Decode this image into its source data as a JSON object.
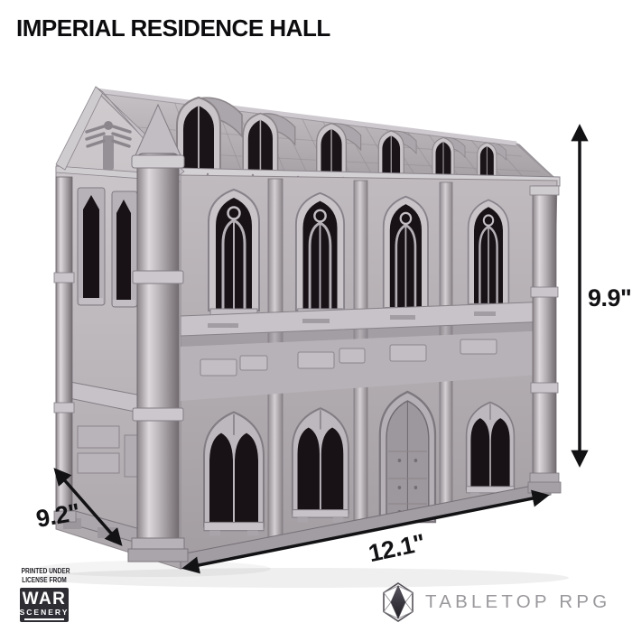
{
  "title": "IMPERIAL RESIDENCE HALL",
  "dimensions": {
    "height": "9.9\"",
    "width": "12.1\"",
    "depth": "9.2\""
  },
  "license": {
    "line1": "PRINTED UNDER",
    "line2": "LICENSE FROM",
    "brand_top": "WAR",
    "brand_bottom": "SCENERY"
  },
  "brand": {
    "name": "TABLETOP RPG",
    "icon": "gem-hexagon-icon"
  },
  "colors": {
    "background": "#ffffff",
    "annotation": "#121114",
    "model_light": "#d8d4d7",
    "model_mid": "#b4afb3",
    "model_dark": "#8b8589",
    "window_opening": "#181216",
    "badge_background": "#2e2d33",
    "brand_text": "#9a989c"
  }
}
